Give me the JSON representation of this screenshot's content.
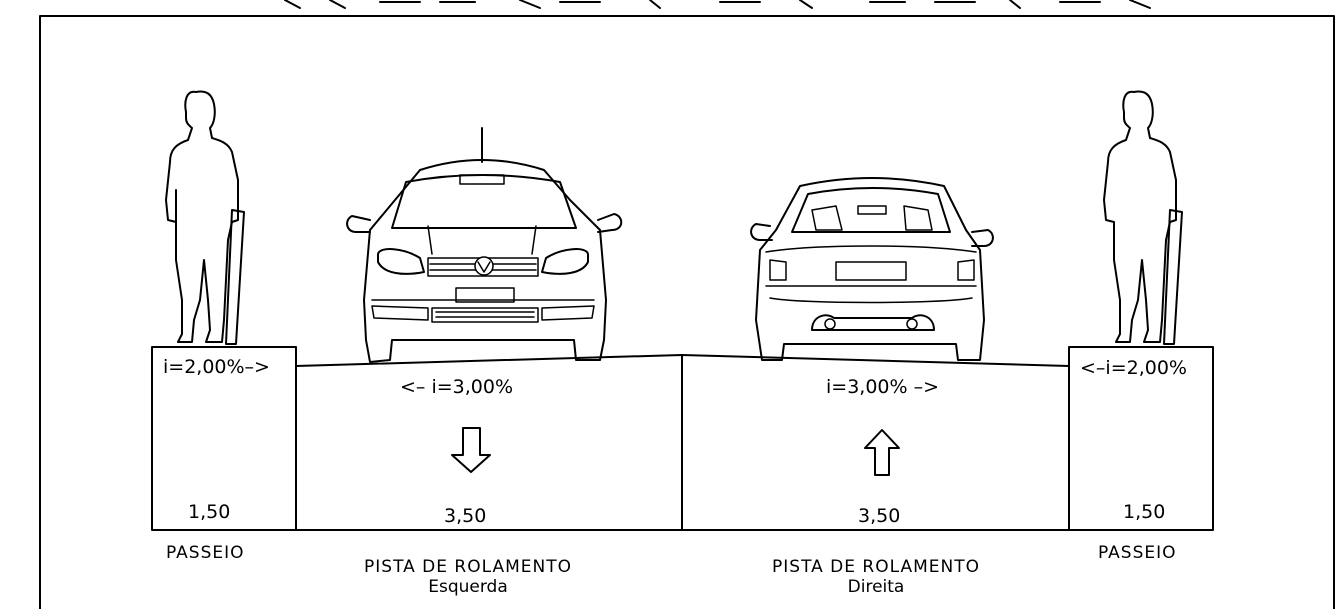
{
  "sidewalk_left": {
    "slope": "i=2,00%–>",
    "width": "1,50",
    "name": "PASSEIO"
  },
  "lane_left": {
    "slope": "<– i=3,00%",
    "width": "3,50",
    "name": "PISTA DE ROLAMENTO",
    "side": "Esquerda"
  },
  "lane_right": {
    "slope": "i=3,00% –>",
    "width": "3,50",
    "name": "PISTA DE ROLAMENTO",
    "side": "Direita"
  },
  "sidewalk_right": {
    "slope": "<–i=2,00%",
    "width": "1,50",
    "name": "PASSEIO"
  },
  "icons": {
    "left_arrow": "arrow-down-icon",
    "right_arrow": "arrow-up-icon"
  },
  "colors": {
    "line": "#000000",
    "background": "#ffffff"
  }
}
